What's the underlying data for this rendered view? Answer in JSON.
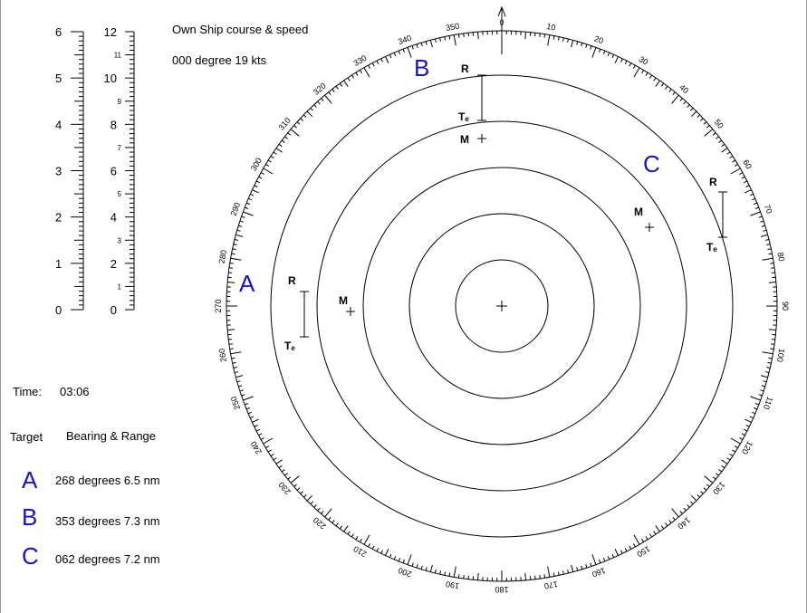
{
  "own_ship": {
    "label": "Own Ship course & speed",
    "value": "000 degree  19 kts"
  },
  "time": {
    "label": "Time:",
    "value": "03:06"
  },
  "table": {
    "header_target": "Target",
    "header_bearing_range": "Bearing  &  Range",
    "rows": [
      {
        "target": "A",
        "bearing_range": "268 degrees  6.5 nm"
      },
      {
        "target": "B",
        "bearing_range": "353 degrees  7.3 nm"
      },
      {
        "target": "C",
        "bearing_range": "062 degrees  7.2 nm"
      }
    ]
  },
  "scales": {
    "left_labels": [
      "0",
      "1",
      "2",
      "3",
      "4",
      "5",
      "6"
    ],
    "right_major_labels": [
      "0",
      "2",
      "4",
      "6",
      "8",
      "10",
      "12"
    ],
    "right_minor_labels": [
      "1",
      "3",
      "5",
      "7",
      "9",
      "11"
    ]
  },
  "radar": {
    "bearing_labels": [
      "0",
      "10",
      "20",
      "30",
      "40",
      "50",
      "60",
      "70",
      "80",
      "90",
      "100",
      "110",
      "120",
      "130",
      "140",
      "150",
      "160",
      "170",
      "180",
      "190",
      "200",
      "210",
      "220",
      "230",
      "240",
      "250",
      "260",
      "270",
      "280",
      "290",
      "300",
      "310",
      "320",
      "330",
      "340",
      "350"
    ],
    "marker_labels": {
      "relative": "R",
      "estimated": "Te",
      "measured": "M"
    },
    "targets": [
      {
        "name": "A",
        "bearing": 268,
        "range_nm": 6.5
      },
      {
        "name": "B",
        "bearing": 353,
        "range_nm": 7.3
      },
      {
        "name": "C",
        "bearing": 62,
        "range_nm": 7.2
      }
    ]
  },
  "colors": {
    "target_letter": "#1515c8",
    "lines": "#000000"
  }
}
